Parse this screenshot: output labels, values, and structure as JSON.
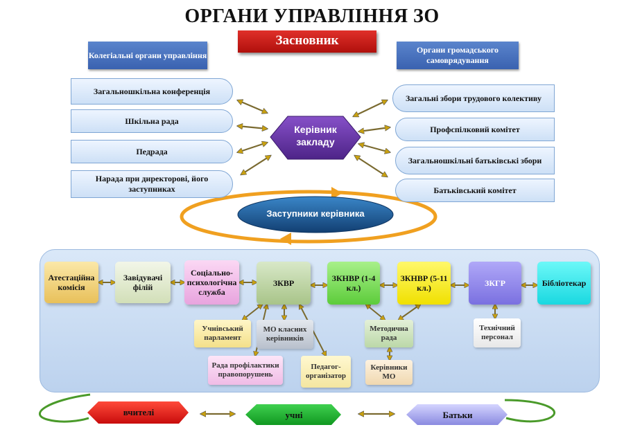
{
  "title": "ОРГАНИ УПРАВЛІННЯ ЗО",
  "founder": "Засновник",
  "left_header": "Колегіальні органи управління",
  "right_header": "Органи громадського самоврядування",
  "left_items": [
    "Загальношкільна конференція",
    "Шкільна рада",
    "Педрада",
    "Нарада при директорові, його заступниках"
  ],
  "right_items": [
    "Загальні збори трудового колективу",
    "Профспілковий комітет",
    "Загальношкільні батьківські збори",
    "Батьківський комітет"
  ],
  "head": "Керівник закладу",
  "deputies": "Заступники керівника",
  "top_nodes": [
    "Атестаційна комісія",
    "Завідувачі філій",
    "Соціально-психологічна служба",
    "ЗКВР",
    "ЗКНВР (1-4 кл.)",
    "ЗКНВР (5-11 кл.)",
    "ЗКГР",
    "Бібліотекар"
  ],
  "sub_nodes": {
    "students_parliament": "Учнівський парламент",
    "class_teachers_mo": "МО класних керівників",
    "prevention_council": "Рада профілактики правопорушень",
    "pedagogue_organizer": "Педагог-організатор",
    "methodical_council": "Методична рада",
    "mo_heads": "Керівники МО",
    "tech_staff": "Технічний персонал"
  },
  "bottom": [
    "вчителі",
    "учні",
    "Батьки"
  ],
  "colors": {
    "founder_red": "#c81e18",
    "head_purple": "#6a35a8",
    "deputies_blue": "#1f5f99",
    "ring_orange": "#f0a020",
    "teachers_red": "#e02020",
    "students_green": "#20b030",
    "parents_lavender": "#a8a8f0"
  }
}
